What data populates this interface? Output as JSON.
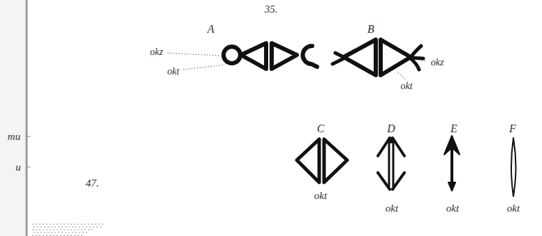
{
  "diagram": {
    "labels": [
      "35.",
      "A",
      "B",
      "okz",
      "okt",
      "okt",
      "okz",
      "mu",
      "C",
      "D",
      "E",
      "F",
      "u",
      "47.",
      "okt",
      "okt",
      "okt",
      "okt"
    ]
  }
}
